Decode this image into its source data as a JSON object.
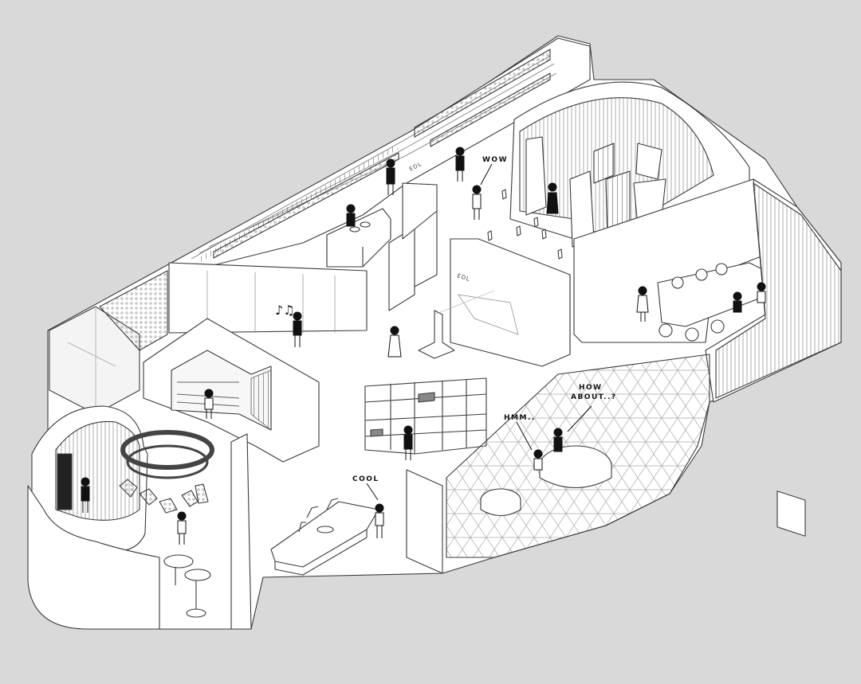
{
  "speech": {
    "wow": "WOW",
    "cool": "COOL",
    "hmm": "HMM..",
    "how_line1": "HOW",
    "how_line2": "ABOUT..?"
  },
  "wall_tags": {
    "corridor": "EDL",
    "glass_room": "EDL"
  },
  "music_notes": "♪♫",
  "colors": {
    "background": "#d9d9d9",
    "floor": "#ffffff",
    "line": "#3a3a3a",
    "figure": "#111111"
  }
}
